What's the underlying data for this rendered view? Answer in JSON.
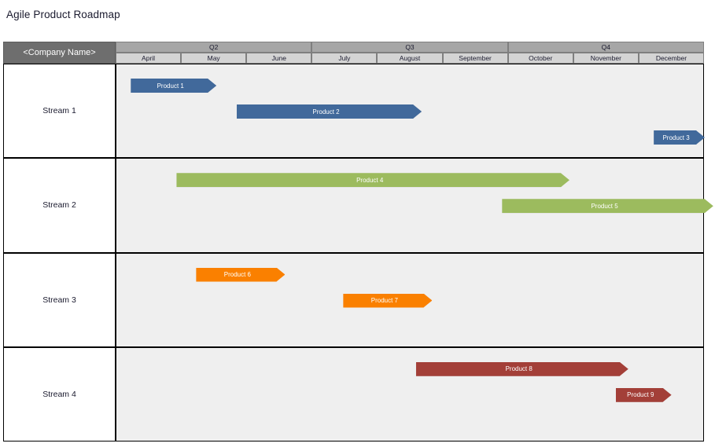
{
  "title": "Agile Product Roadmap",
  "header": {
    "company_label": "<Company Name>",
    "quarters": [
      {
        "label": "Q2",
        "months": 3
      },
      {
        "label": "Q3",
        "months": 3
      },
      {
        "label": "Q4",
        "months": 3
      }
    ],
    "months": [
      "April",
      "May",
      "June",
      "July",
      "August",
      "September",
      "October",
      "November",
      "December"
    ]
  },
  "colors": {
    "stream1": "#41699B",
    "stream2": "#9CBB5E",
    "stream3": "#FA8000",
    "stream4": "#A33F38",
    "lane_background": "#EFEFEF",
    "quarter_header": "#A6A6A6",
    "month_header": "#D4D4D4",
    "company_header": "#6E6E6E"
  },
  "chart_data": {
    "type": "bar",
    "title": "Agile Product Roadmap",
    "xlabel": "",
    "ylabel": "",
    "categories": [
      "April",
      "May",
      "June",
      "July",
      "August",
      "September",
      "October",
      "November",
      "December"
    ],
    "swimlanes": [
      {
        "name": "Stream 1",
        "color": "#41699B",
        "tasks": [
          {
            "label": "Product 1",
            "start_month": 0.22,
            "end_month": 1.53,
            "row": 0
          },
          {
            "label": "Product 2",
            "start_month": 1.84,
            "end_month": 4.67,
            "row": 1
          },
          {
            "label": "Product 3",
            "start_month": 8.22,
            "end_month": 9.0,
            "row": 2
          }
        ]
      },
      {
        "name": "Stream 2",
        "color": "#9CBB5E",
        "tasks": [
          {
            "label": "Product 4",
            "start_month": 0.92,
            "end_month": 6.93,
            "row": 0
          },
          {
            "label": "Product 5",
            "start_month": 5.9,
            "end_month": 9.13,
            "row": 1
          }
        ]
      },
      {
        "name": "Stream 3",
        "color": "#FA8000",
        "tasks": [
          {
            "label": "Product 6",
            "start_month": 1.22,
            "end_month": 2.58,
            "row": 0
          },
          {
            "label": "Product 7",
            "start_month": 3.47,
            "end_month": 4.83,
            "row": 1
          }
        ]
      },
      {
        "name": "Stream 4",
        "color": "#A33F38",
        "tasks": [
          {
            "label": "Product 8",
            "start_month": 4.58,
            "end_month": 7.83,
            "row": 0
          },
          {
            "label": "Product 9",
            "start_month": 7.64,
            "end_month": 8.49,
            "row": 1
          }
        ]
      }
    ]
  }
}
